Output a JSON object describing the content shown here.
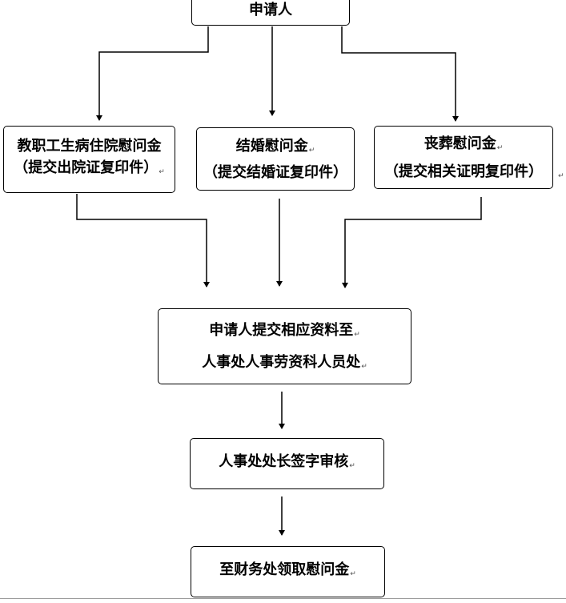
{
  "diagram": {
    "nodes": {
      "applicant": {
        "lines": [
          "申请人"
        ]
      },
      "illness_condolence": {
        "lines": [
          "教职工生病住院慰问金",
          "（提交出院证复印件）"
        ]
      },
      "wedding_condolence": {
        "lines": [
          "结婚慰问金",
          "（提交结婚证复印件）"
        ]
      },
      "funeral_condolence": {
        "lines": [
          "丧葬慰问金",
          "（提交相关证明复印件）"
        ]
      },
      "submit_materials": {
        "lines": [
          "申请人提交相应资料至",
          "人事处人事劳资科人员处"
        ]
      },
      "director_review": {
        "lines": [
          "人事处处长签字审核"
        ]
      },
      "collect_payment": {
        "lines": [
          "至财务处领取慰问金"
        ]
      }
    },
    "edges": [
      {
        "from": "applicant",
        "to": "illness_condolence"
      },
      {
        "from": "applicant",
        "to": "wedding_condolence"
      },
      {
        "from": "applicant",
        "to": "funeral_condolence"
      },
      {
        "from": "illness_condolence",
        "to": "submit_materials"
      },
      {
        "from": "wedding_condolence",
        "to": "submit_materials"
      },
      {
        "from": "funeral_condolence",
        "to": "submit_materials"
      },
      {
        "from": "submit_materials",
        "to": "director_review"
      },
      {
        "from": "director_review",
        "to": "collect_payment"
      }
    ],
    "paragraph_mark": "↵",
    "colors": {
      "stroke": "#000000",
      "background": "#ffffff",
      "text": "#000000"
    }
  }
}
